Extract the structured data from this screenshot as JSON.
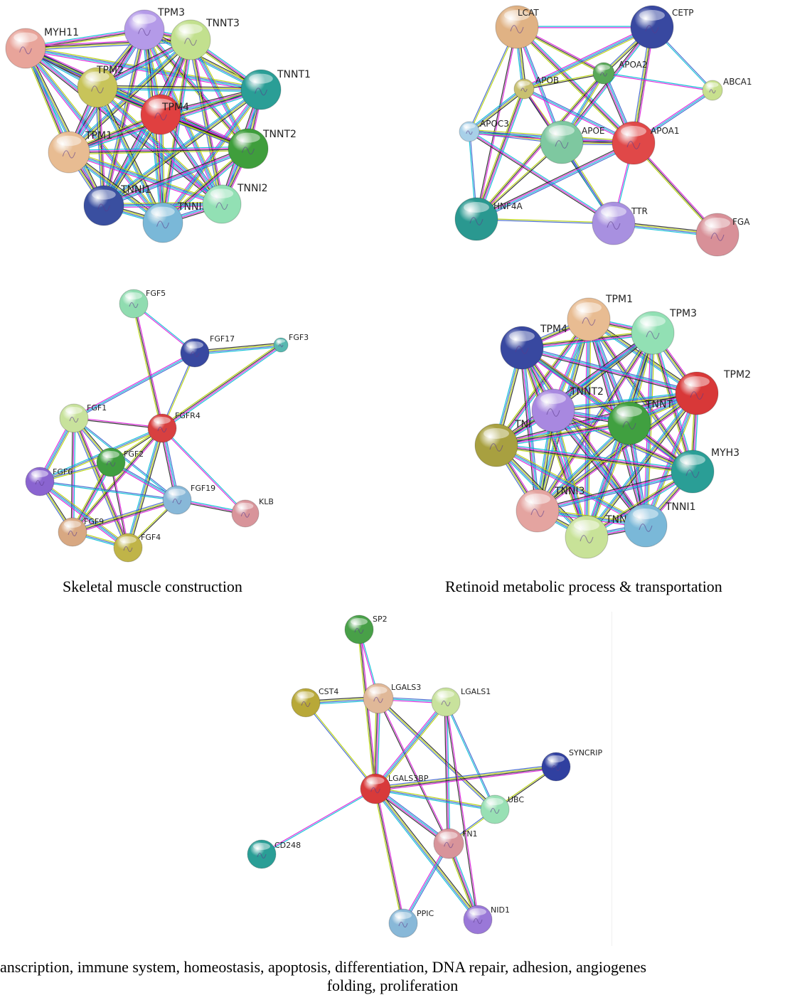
{
  "captions": {
    "top_left": "",
    "top_right": "",
    "middle_left": "Skeletal muscle construction",
    "middle_right": "Retinoid metabolic process & transportation",
    "bottom_line1": "anscription, immune system, homeostasis, apoptosis, differentiation, DNA repair, adhesion, angiogenes",
    "bottom_line2": "folding, proliferation"
  },
  "edge_colors": [
    "#00bcd4",
    "#d916d9",
    "#222222",
    "#b5d200",
    "#3a5fcd"
  ],
  "networks": [
    {
      "id": "muscle-1",
      "nodes": [
        {
          "label": "MYH11",
          "color": "#e8a49a"
        },
        {
          "label": "TPM3",
          "color": "#b49ae8"
        },
        {
          "label": "TNNT3",
          "color": "#c2e08e"
        },
        {
          "label": "TPM2",
          "color": "#c8c45a"
        },
        {
          "label": "TNNT1",
          "color": "#2a9e96"
        },
        {
          "label": "TPM4",
          "color": "#e04040"
        },
        {
          "label": "TPM1",
          "color": "#e8bc92"
        },
        {
          "label": "TNNT2",
          "color": "#3f9e3c"
        },
        {
          "label": "TNNI1",
          "color": "#3a4fa0"
        },
        {
          "label": "TNNI3",
          "color": "#7ab8d8"
        },
        {
          "label": "TNNI2",
          "color": "#92e0b4"
        }
      ]
    },
    {
      "id": "lipid",
      "nodes": [
        {
          "label": "LCAT",
          "color": "#e0b284"
        },
        {
          "label": "CETP",
          "color": "#3848a0"
        },
        {
          "label": "APOA2",
          "color": "#58a858"
        },
        {
          "label": "ABCA1",
          "color": "#c8e08e"
        },
        {
          "label": "APOB",
          "color": "#c8c070"
        },
        {
          "label": "APOC3",
          "color": "#a8d0e8"
        },
        {
          "label": "APOE",
          "color": "#7ec8a0"
        },
        {
          "label": "APOA1",
          "color": "#e04848"
        },
        {
          "label": "HNF4A",
          "color": "#2a9890"
        },
        {
          "label": "TTR",
          "color": "#a890e0"
        },
        {
          "label": "FGA",
          "color": "#d89098"
        }
      ]
    },
    {
      "id": "fgf",
      "nodes": [
        {
          "label": "FGF5",
          "color": "#90dcb0"
        },
        {
          "label": "FGF17",
          "color": "#3848a0"
        },
        {
          "label": "FGF3",
          "color": "#58b8b0"
        },
        {
          "label": "FGF1",
          "color": "#c8e29c"
        },
        {
          "label": "FGFR4",
          "color": "#d84040"
        },
        {
          "label": "FGF2",
          "color": "#409e40"
        },
        {
          "label": "FGF6",
          "color": "#8a64d0"
        },
        {
          "label": "FGF19",
          "color": "#88b8d8"
        },
        {
          "label": "KLB",
          "color": "#d8949a"
        },
        {
          "label": "FGF9",
          "color": "#d8a882"
        },
        {
          "label": "FGF4",
          "color": "#c0b448"
        }
      ]
    },
    {
      "id": "muscle-2",
      "nodes": [
        {
          "label": "TPM1",
          "color": "#e8bc92"
        },
        {
          "label": "TPM3",
          "color": "#92e0b4"
        },
        {
          "label": "TPM4",
          "color": "#3848a0"
        },
        {
          "label": "TPM2",
          "color": "#d83838"
        },
        {
          "label": "TNNT2",
          "color": "#a888e0"
        },
        {
          "label": "TNNT",
          "color": "#40a040"
        },
        {
          "label": "TNI",
          "color": "#a8a040"
        },
        {
          "label": "MYH3",
          "color": "#2a9e96"
        },
        {
          "label": "TNNI3",
          "color": "#e4a4a0"
        },
        {
          "label": "TNN",
          "color": "#c8e298"
        },
        {
          "label": "TNNI1",
          "color": "#7ab8d8"
        }
      ]
    },
    {
      "id": "galectin",
      "nodes": [
        {
          "label": "SP2",
          "color": "#48a048"
        },
        {
          "label": "CST4",
          "color": "#b8a838"
        },
        {
          "label": "LGALS3",
          "color": "#e0b898"
        },
        {
          "label": "LGALS1",
          "color": "#c8e29c"
        },
        {
          "label": "SYNCRIP",
          "color": "#3040a0"
        },
        {
          "label": "LGALS3BP",
          "color": "#d83a3a"
        },
        {
          "label": "UBC",
          "color": "#98e0b4"
        },
        {
          "label": "FN1",
          "color": "#d8949a"
        },
        {
          "label": "CD248",
          "color": "#2a9e96"
        },
        {
          "label": "PPIC",
          "color": "#88b8d8"
        },
        {
          "label": "NID1",
          "color": "#9a78d8"
        }
      ]
    }
  ]
}
